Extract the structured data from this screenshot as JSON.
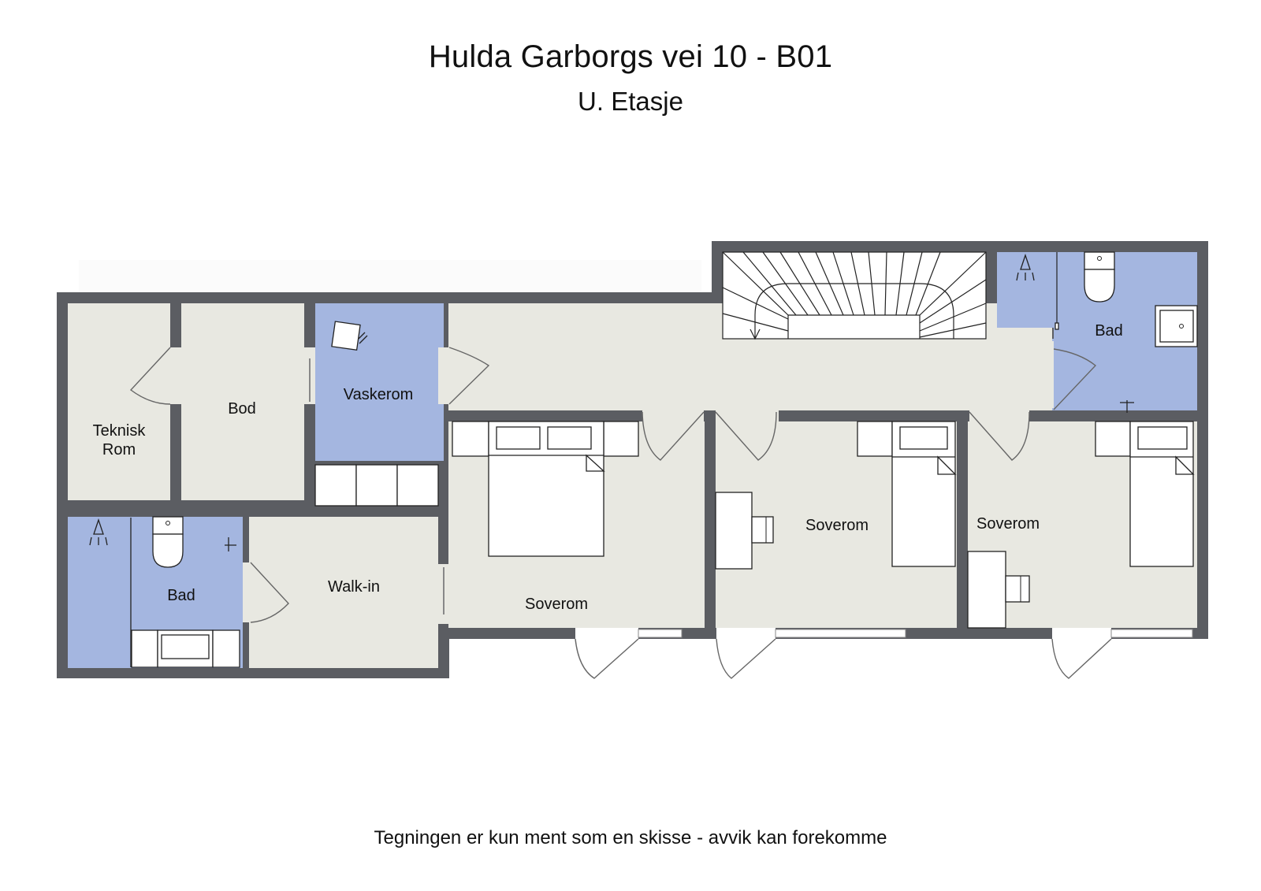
{
  "header": {
    "title": "Hulda Garborgs vei 10 - B01",
    "subtitle": "U. Etasje"
  },
  "footer": {
    "disclaimer": "Tegningen er kun ment som en skisse - avvik kan forekomme"
  },
  "colors": {
    "wall": "#5b5d62",
    "floor": "#e8e8e1",
    "wet_room": "#a4b6e0",
    "fixture": "#ffffff",
    "line": "#222222"
  },
  "rooms": [
    {
      "id": "teknisk-rom",
      "label_lines": [
        "Teknisk",
        "Rom"
      ],
      "type": "dry"
    },
    {
      "id": "bod",
      "label_lines": [
        "Bod"
      ],
      "type": "dry"
    },
    {
      "id": "vaskerom",
      "label_lines": [
        "Vaskerom"
      ],
      "type": "wet"
    },
    {
      "id": "bad-left",
      "label_lines": [
        "Bad"
      ],
      "type": "wet"
    },
    {
      "id": "walk-in",
      "label_lines": [
        "Walk-in"
      ],
      "type": "dry"
    },
    {
      "id": "soverom-1",
      "label_lines": [
        "Soverom"
      ],
      "type": "dry"
    },
    {
      "id": "soverom-2",
      "label_lines": [
        "Soverom"
      ],
      "type": "dry"
    },
    {
      "id": "soverom-3",
      "label_lines": [
        "Soverom"
      ],
      "type": "dry"
    },
    {
      "id": "bad-right",
      "label_lines": [
        "Bad"
      ],
      "type": "wet"
    },
    {
      "id": "hallway",
      "label_lines": [],
      "type": "dry"
    },
    {
      "id": "staircase",
      "label_lines": [],
      "type": "stairs"
    }
  ],
  "labels": {
    "teknisk_1": "Teknisk",
    "teknisk_2": "Rom",
    "bod": "Bod",
    "vaskerom": "Vaskerom",
    "bad_left": "Bad",
    "walkin": "Walk-in",
    "soverom_1": "Soverom",
    "soverom_2": "Soverom",
    "soverom_3": "Soverom",
    "bad_right": "Bad"
  }
}
